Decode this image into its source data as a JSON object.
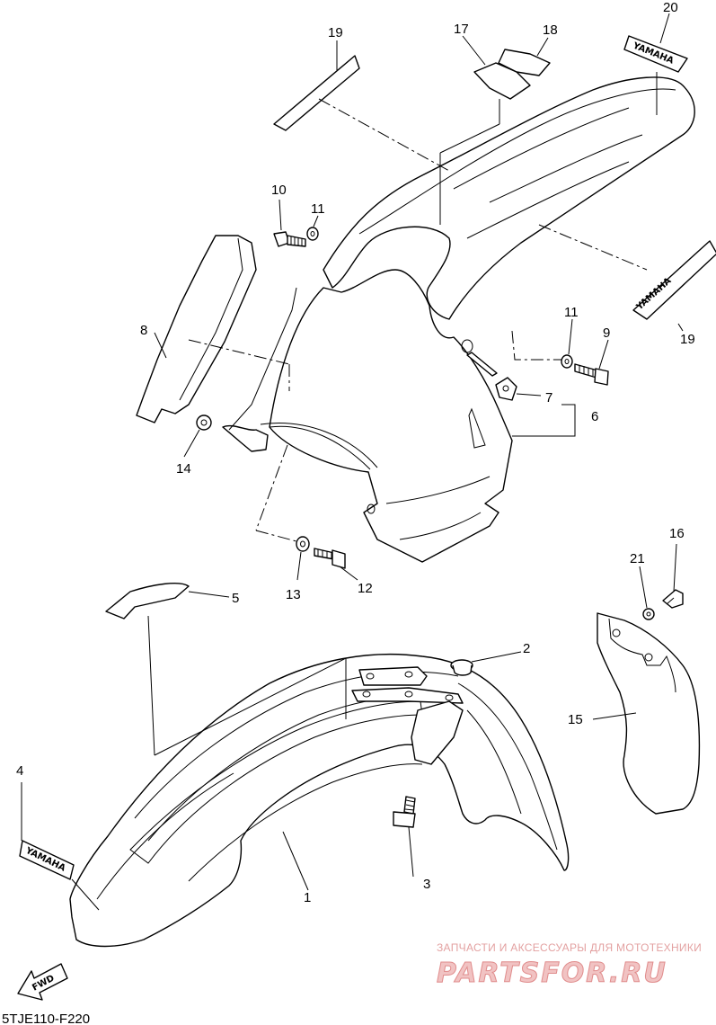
{
  "diagram": {
    "code": "5TJE110-F220",
    "callouts": {
      "c1": "1",
      "c2": "2",
      "c3": "3",
      "c4": "4",
      "c5": "5",
      "c6": "6",
      "c7": "7",
      "c8": "8",
      "c9": "9",
      "c10": "10",
      "c11a": "11",
      "c11b": "11",
      "c12": "12",
      "c13": "13",
      "c14": "14",
      "c15": "15",
      "c16": "16",
      "c17": "17",
      "c18": "18",
      "c19a": "19",
      "c19b": "19",
      "c20": "20",
      "c21": "21"
    },
    "decals": {
      "front_fender": "YAMAHA",
      "rear_fender": "YAMAHA",
      "side": "YAMAHA"
    },
    "fwd_label": "FWD"
  },
  "watermark": {
    "line1": "ЗАПЧАСТИ И АКСЕССУАРЫ ДЛЯ МОТОТЕХНИКИ",
    "line2": "PARTSFOR.RU"
  }
}
